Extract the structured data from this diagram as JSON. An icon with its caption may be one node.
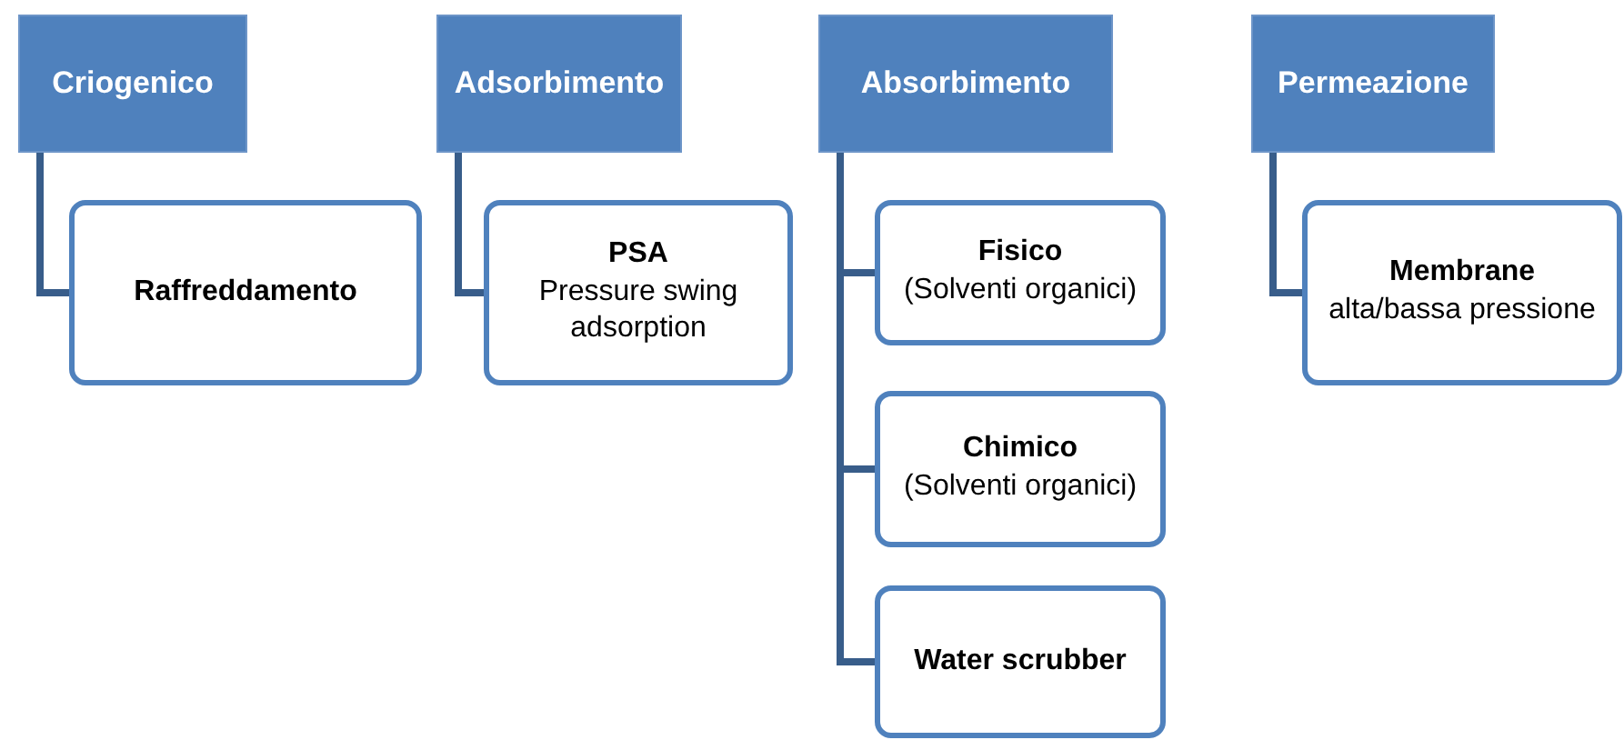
{
  "diagram": {
    "nodes": [
      {
        "text": [
          "Criogenico"
        ]
      },
      {
        "text": [
          "Raffreddamento"
        ]
      },
      {
        "text": [
          "Adsorbimento"
        ]
      },
      {
        "text": [
          "PSA",
          "Pressure swing adsorption"
        ]
      },
      {
        "text": [
          "Absorbimento"
        ]
      },
      {
        "text": [
          "Fisico",
          "(Solventi organici)"
        ]
      },
      {
        "text": [
          "Chimico",
          "(Solventi organici)"
        ]
      },
      {
        "text": [
          "Water scrubber"
        ]
      },
      {
        "text": [
          "Permeazione"
        ]
      },
      {
        "text": [
          "Membrane",
          "alta/bassa pressione"
        ]
      }
    ],
    "edges": [
      {
        "from": 0,
        "to": 1,
        "arrow": "none"
      },
      {
        "from": 2,
        "to": 3,
        "arrow": "none"
      },
      {
        "from": 4,
        "to": 5,
        "arrow": "none"
      },
      {
        "from": 4,
        "to": 6,
        "arrow": "none"
      },
      {
        "from": 4,
        "to": 7,
        "arrow": "none"
      },
      {
        "from": 8,
        "to": 9,
        "arrow": "none"
      }
    ]
  }
}
